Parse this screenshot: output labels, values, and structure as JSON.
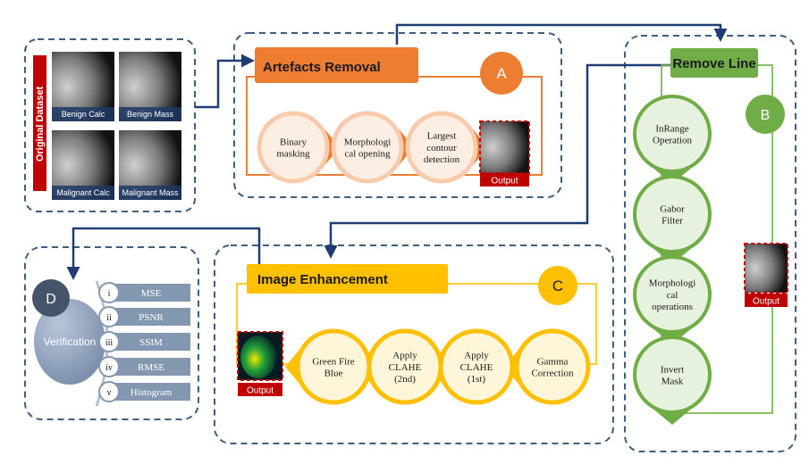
{
  "colors": {
    "dash_border": "#3e5f80",
    "arrow": "#1f3c73",
    "orange": "#ed7d31",
    "orange_light": "#f8cbad",
    "orange_pale": "#fdeee4",
    "green": "#70ad47",
    "green_pale": "#e6f1de",
    "yellow": "#ffc000",
    "yellow_pale": "#fff6d9",
    "navy_circle": "#44546a",
    "steel": "#8497b0",
    "steel_light": "#b4c2d5",
    "crimson": "#c00000"
  },
  "dataset": {
    "side_label": "Original Dataset",
    "thumbs": [
      "Benign Calc",
      "Benign Mass",
      "Malignant Calc",
      "Malignant Mass"
    ]
  },
  "artefacts": {
    "title": "Artefacts Removal",
    "badge": "A",
    "steps": [
      [
        "Binary",
        "masking"
      ],
      [
        "Morphologi",
        "cal opening"
      ],
      [
        "Largest",
        "contour",
        "detection"
      ]
    ],
    "output_label": "Output"
  },
  "remove_line": {
    "title": "Remove Line",
    "badge": "B",
    "steps": [
      [
        "InRange",
        "Operation"
      ],
      [
        "Gabor",
        "Filter"
      ],
      [
        "Morphologi",
        "cal",
        "operations"
      ],
      [
        "Invert",
        "Mask"
      ]
    ],
    "output_label": "Output"
  },
  "enhancement": {
    "title": "Image Enhancement",
    "badge": "C",
    "steps": [
      [
        "Gamma",
        "Correction"
      ],
      [
        "Apply",
        "CLAHE",
        "(1st)"
      ],
      [
        "Apply",
        "CLAHE",
        "(2nd)"
      ],
      [
        "Green Fire",
        "Blue"
      ]
    ],
    "output_label": "Output"
  },
  "verification": {
    "badge": "D",
    "title": "Verification",
    "metrics": [
      {
        "num": "i",
        "label": "MSE"
      },
      {
        "num": "ii",
        "label": "PSNR"
      },
      {
        "num": "iii",
        "label": "SSIM"
      },
      {
        "num": "iv",
        "label": "RMSE"
      },
      {
        "num": "v",
        "label": "Histogram"
      }
    ]
  }
}
